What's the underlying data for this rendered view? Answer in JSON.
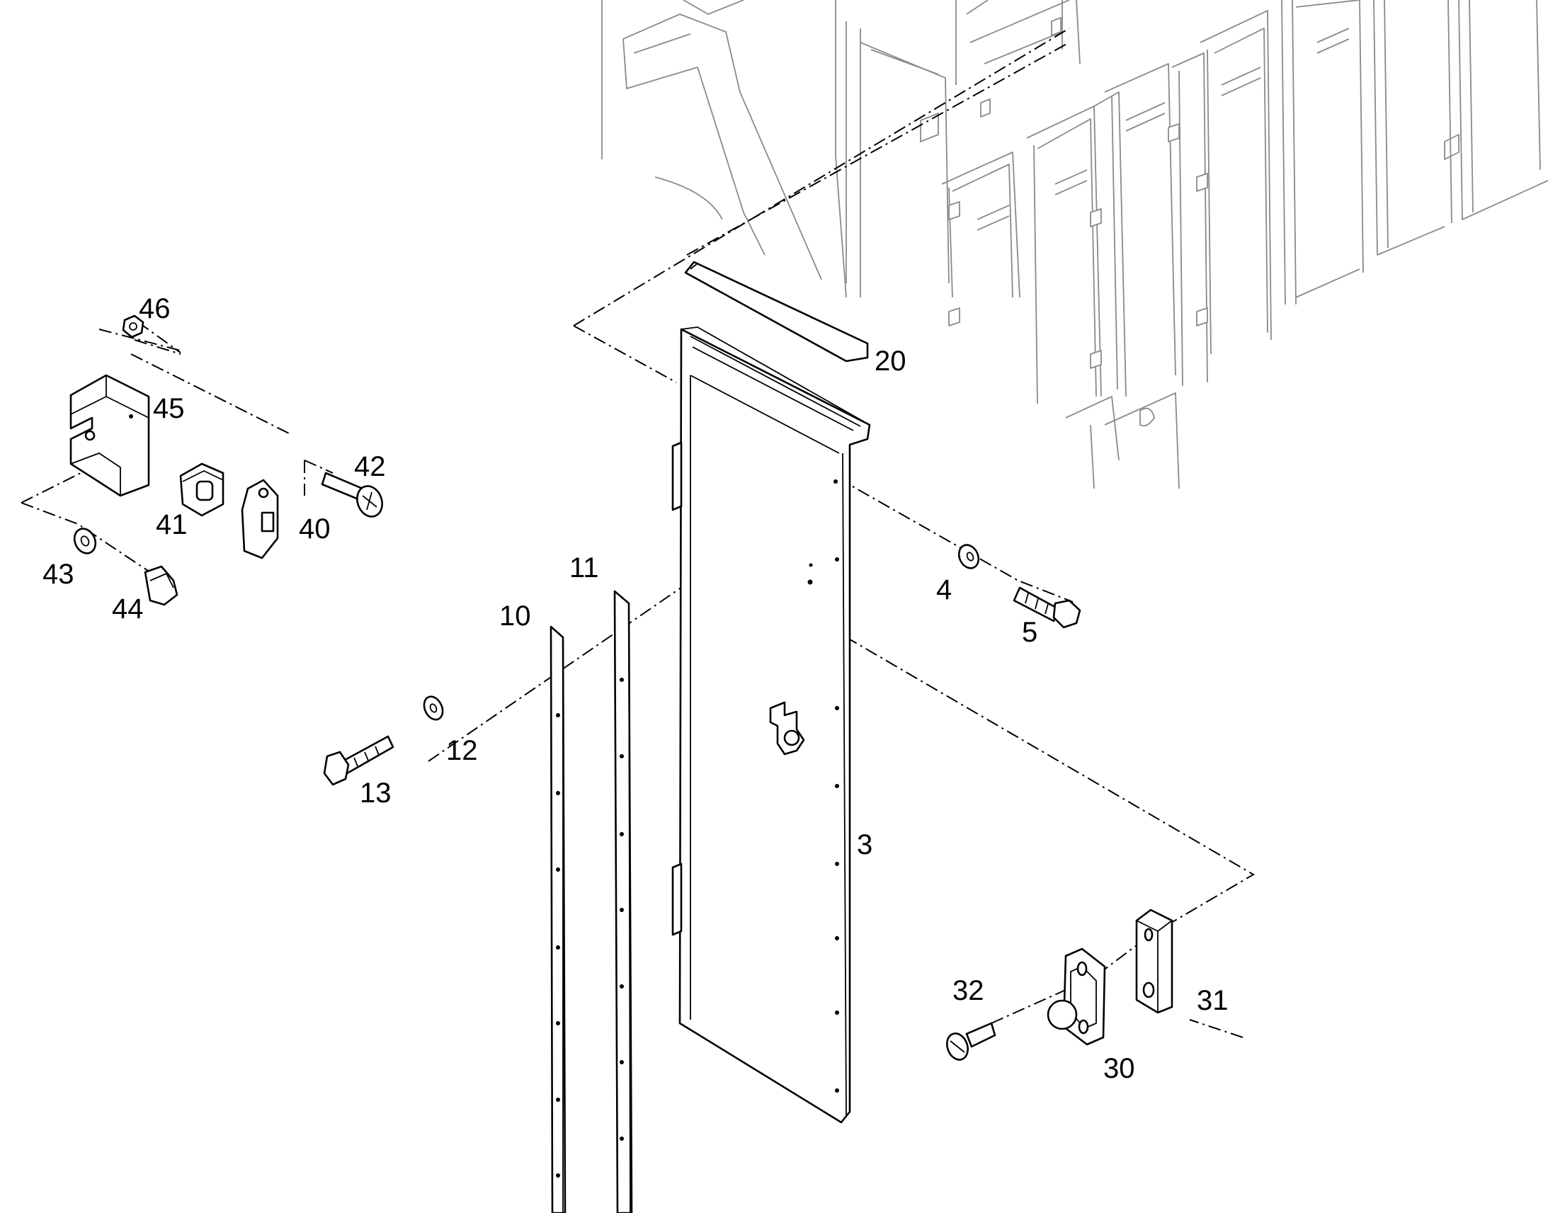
{
  "callouts": [
    {
      "id": "46",
      "text": "46"
    },
    {
      "id": "45",
      "text": "45"
    },
    {
      "id": "42",
      "text": "42"
    },
    {
      "id": "41",
      "text": "41"
    },
    {
      "id": "40",
      "text": "40"
    },
    {
      "id": "43",
      "text": "43"
    },
    {
      "id": "44",
      "text": "44"
    },
    {
      "id": "20",
      "text": "20"
    },
    {
      "id": "11",
      "text": "11"
    },
    {
      "id": "10",
      "text": "10"
    },
    {
      "id": "12",
      "text": "12"
    },
    {
      "id": "13",
      "text": "13"
    },
    {
      "id": "4",
      "text": "4"
    },
    {
      "id": "5",
      "text": "5"
    },
    {
      "id": "3",
      "text": "3"
    },
    {
      "id": "32",
      "text": "32"
    },
    {
      "id": "31",
      "text": "31"
    },
    {
      "id": "30",
      "text": "30"
    }
  ]
}
